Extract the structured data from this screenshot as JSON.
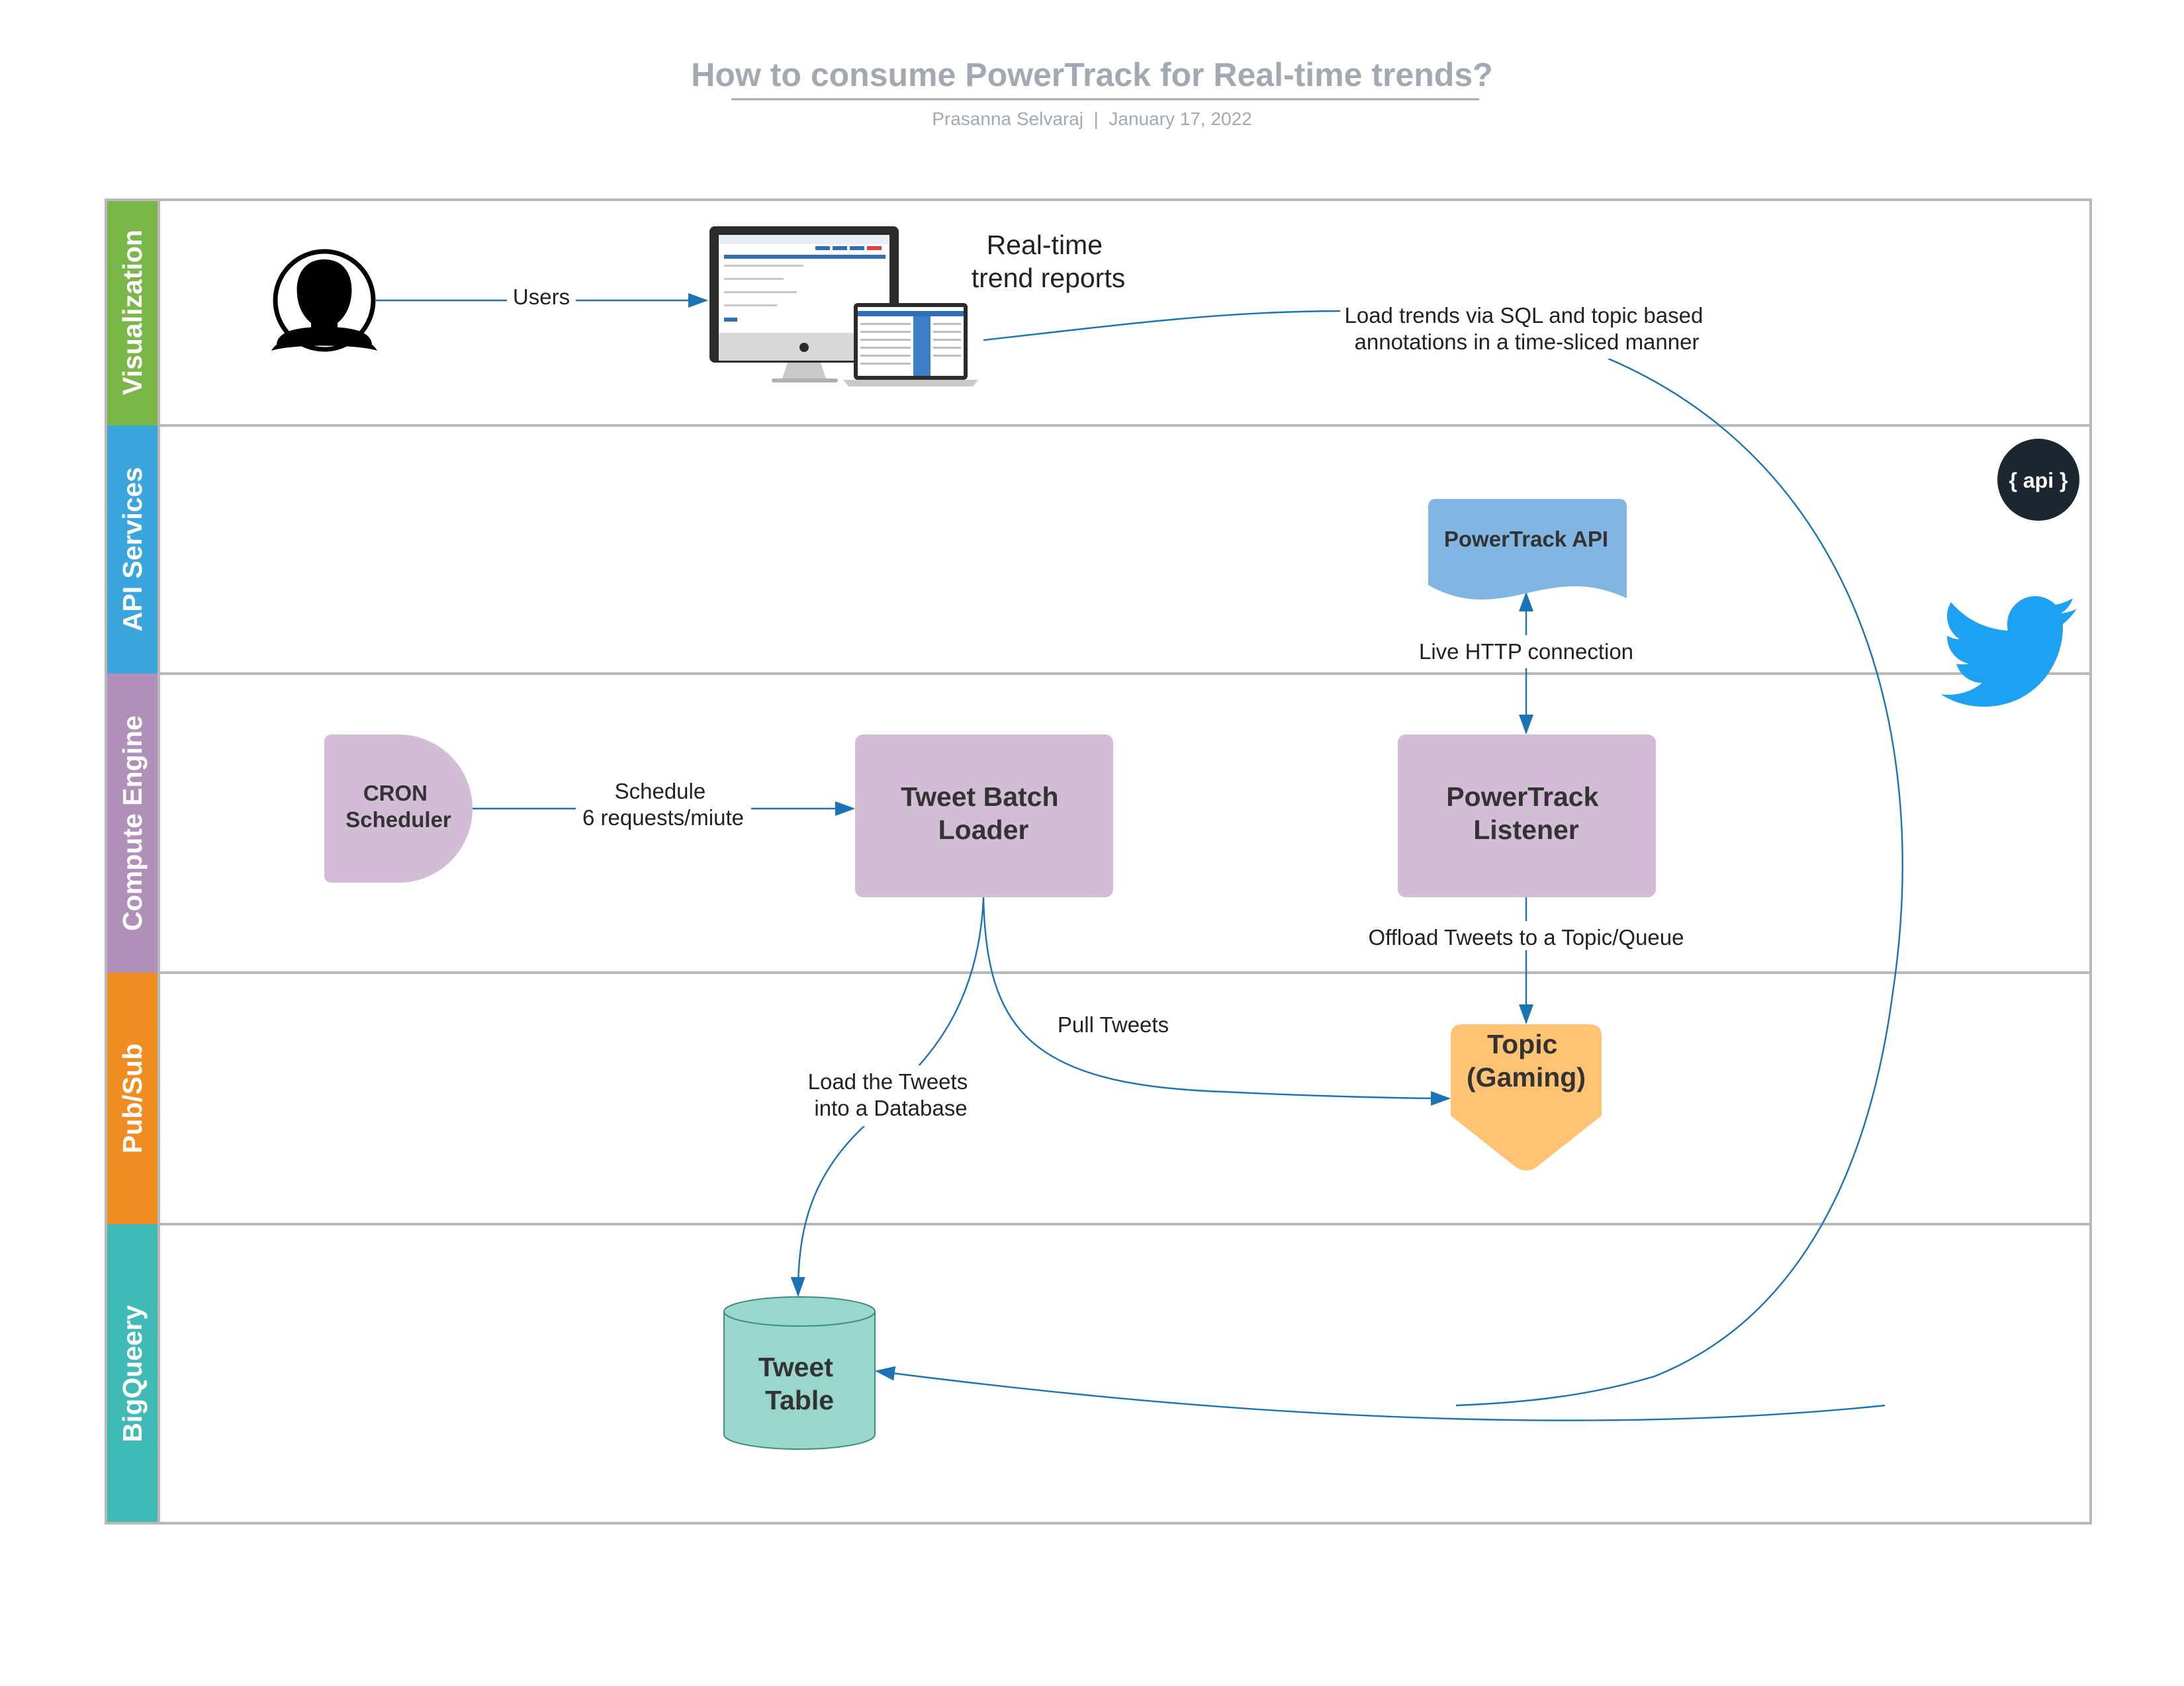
{
  "header": {
    "title": "How to consume PowerTrack for Real-time trends?",
    "subtitle": "Prasanna Selvaraj  |  January 17, 2022"
  },
  "lanes": [
    {
      "label": "Visualization",
      "color": "#7ab648"
    },
    {
      "label": "API Services",
      "color": "#3aa6dd"
    },
    {
      "label": "Compute Engine",
      "color": "#b08fb8"
    },
    {
      "label": "Pub/Sub",
      "color": "#ef8d22"
    },
    {
      "label": "BigQueery",
      "color": "#3fbab7"
    }
  ],
  "nodes": {
    "user": {
      "icon": "user-avatar-icon"
    },
    "monitor": {
      "icon": "desktop-laptop-dashboard-icon",
      "caption_lines": [
        "Real-time",
        "trend reports"
      ]
    },
    "powertrack_api": {
      "label": "PowerTrack API",
      "color": "#80b6e1"
    },
    "cron": {
      "label_lines": [
        "CRON",
        "Scheduler"
      ],
      "color": "#d3bcd6"
    },
    "batch_loader": {
      "label_lines": [
        "Tweet Batch",
        "Loader"
      ],
      "color": "#d3bcd6"
    },
    "listener": {
      "label_lines": [
        "PowerTrack",
        "Listener"
      ],
      "color": "#d3bcd6"
    },
    "topic": {
      "label_lines": [
        "Topic",
        "(Gaming)"
      ],
      "color": "#ffc374"
    },
    "tweet_table": {
      "label_lines": [
        "Tweet",
        "Table"
      ],
      "color": "#99d6cc"
    }
  },
  "edges": {
    "users": {
      "lines": [
        "Users"
      ]
    },
    "load_trends": {
      "lines": [
        "Load trends via SQL and topic based",
        "annotations in a time-sliced manner"
      ]
    },
    "live_http": {
      "lines": [
        "Live HTTP connection"
      ]
    },
    "schedule": {
      "lines": [
        "Schedule",
        "6 requests/miute"
      ]
    },
    "offload": {
      "lines": [
        "Offload Tweets to a Topic/Queue"
      ]
    },
    "pull_tweets": {
      "lines": [
        "Pull Tweets"
      ]
    },
    "load_db": {
      "lines": [
        "Load the Tweets",
        "into a Database"
      ]
    }
  },
  "logos": {
    "api": {
      "text": "{ api }",
      "color": "#1b2631"
    },
    "twitter": {
      "icon": "twitter-bird-icon",
      "color": "#1da1f2"
    }
  },
  "colors": {
    "edge": "#1a73b5",
    "lane_border": "#b9b9b9"
  }
}
